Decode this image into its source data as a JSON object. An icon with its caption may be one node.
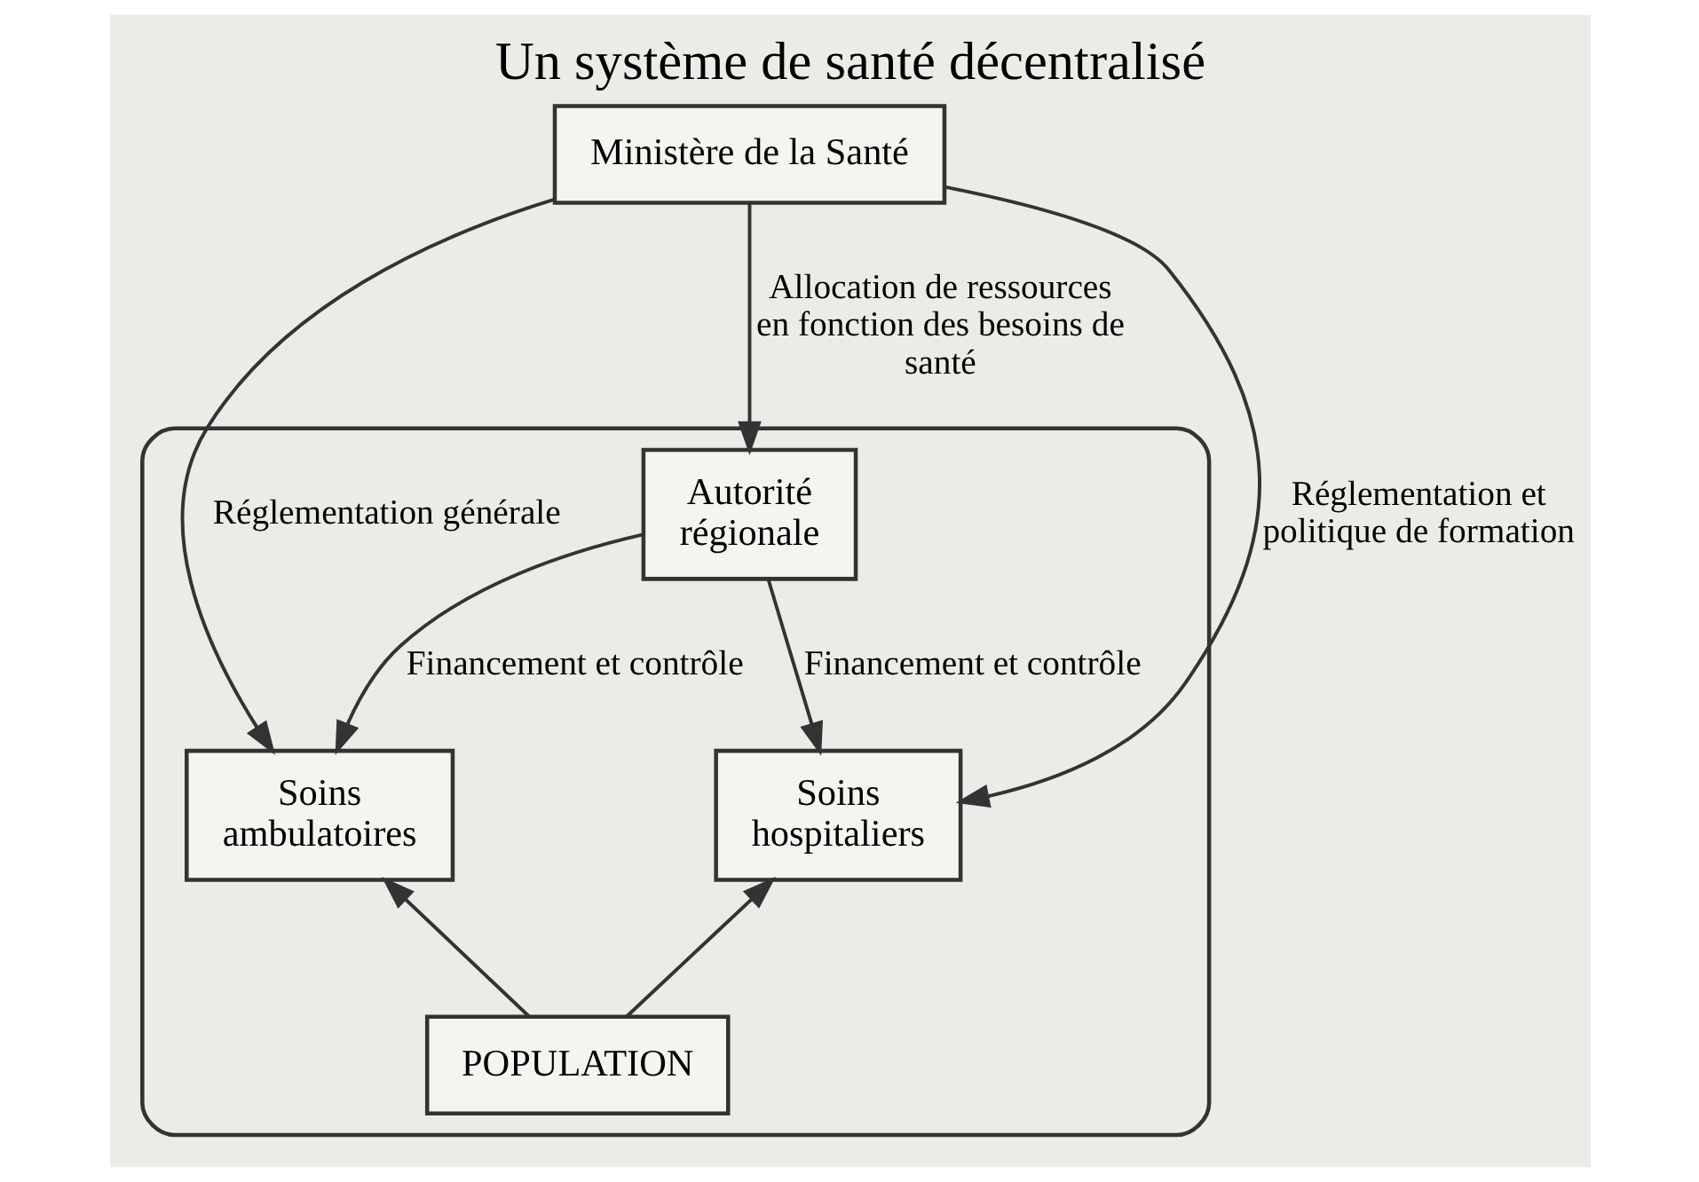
{
  "diagram": {
    "title": "Un système de santé décentralisé",
    "nodes": [
      {
        "text": [
          "Ministère de la Santé"
        ]
      },
      {
        "text": [],
        "shape": "box"
      },
      {
        "text": [
          "Autorité régionale"
        ],
        "in": 1
      },
      {
        "text": [
          "Soins ambulatoires"
        ],
        "in": 1
      },
      {
        "text": [
          "Soins hospitaliers"
        ],
        "in": 1
      },
      {
        "text": [
          "POPULATION"
        ],
        "in": 1
      }
    ],
    "edges": [
      {
        "from": 0,
        "to": 2,
        "arrow": "to",
        "label": "Allocation de ressources en fonction des besoins de santé"
      },
      {
        "from": 0,
        "to": 3,
        "arrow": "to",
        "label": "Réglementation générale"
      },
      {
        "from": 0,
        "to": 4,
        "arrow": "to",
        "label": "Réglementation et politique de formation"
      },
      {
        "from": 2,
        "to": 3,
        "arrow": "to",
        "label": "Financement et contrôle"
      },
      {
        "from": 2,
        "to": 4,
        "arrow": "to",
        "label": "Financement et contrôle"
      },
      {
        "from": 5,
        "to": 3,
        "arrow": "to"
      },
      {
        "from": 5,
        "to": 4,
        "arrow": "to"
      }
    ]
  }
}
